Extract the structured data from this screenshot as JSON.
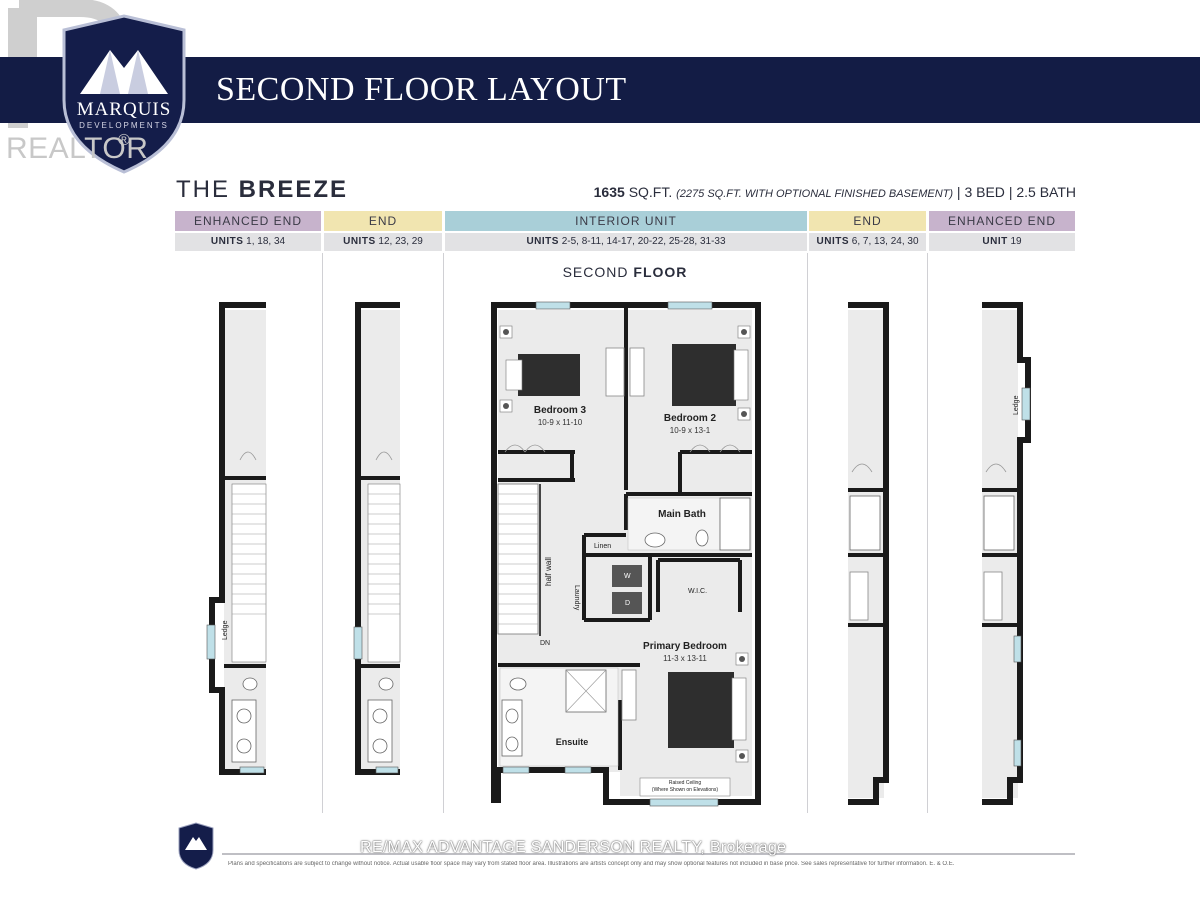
{
  "watermark": {
    "realtor": "REALTOR",
    "reg": "®"
  },
  "logo": {
    "name": "MARQUIS",
    "sub": "DEVELOPMENTS"
  },
  "header": {
    "title": "SECOND FLOOR LAYOUT"
  },
  "model": {
    "prefix": "THE",
    "name": "BREEZE"
  },
  "specs": {
    "sqft": "1635",
    "sqft_unit": "SQ.FT.",
    "optional": "(2275 SQ.FT. WITH OPTIONAL FINISHED BASEMENT)",
    "sep1": "|",
    "beds": "3 BED",
    "sep2": "|",
    "baths": "2.5 BATH"
  },
  "columns": [
    {
      "type": "ENHANCED END",
      "units_label": "UNITS",
      "units": "1, 18, 34",
      "color": "#c7b3cc"
    },
    {
      "type": "END",
      "units_label": "UNITS",
      "units": "12, 23, 29",
      "color": "#f1e5b0"
    },
    {
      "type": "INTERIOR UNIT",
      "units_label": "UNITS",
      "units": "2-5, 8-11, 14-17, 20-22, 25-28, 31-33",
      "color": "#a9cfd8"
    },
    {
      "type": "END",
      "units_label": "UNITS",
      "units": "6, 7, 13, 24, 30",
      "color": "#f1e5b0"
    },
    {
      "type": "ENHANCED END",
      "units_label": "UNIT",
      "units": "19",
      "color": "#c7b3cc"
    }
  ],
  "floor": {
    "word1": "SECOND",
    "word2": "FLOOR"
  },
  "rooms": {
    "bedroom3": {
      "name": "Bedroom 3",
      "dim": "10-9 x 11-10"
    },
    "bedroom2": {
      "name": "Bedroom 2",
      "dim": "10-9 x 13-1"
    },
    "main_bath": {
      "name": "Main Bath"
    },
    "linen": {
      "name": "Linen"
    },
    "laundry": {
      "name": "Laundry"
    },
    "wic": {
      "name": "W.I.C."
    },
    "half_wall": {
      "name": "half wall"
    },
    "dn": {
      "name": "DN"
    },
    "primary": {
      "name": "Primary Bedroom",
      "dim": "11-3 x 13-11"
    },
    "ensuite": {
      "name": "Ensuite"
    },
    "raised": {
      "line1": "Raised Ceiling",
      "line2": "(Where Shown on Elevations)"
    },
    "washer": {
      "name": "W"
    },
    "dryer": {
      "name": "D"
    },
    "ledge": {
      "name": "Ledge"
    }
  },
  "footer": {
    "brokerage": "RE/MAX ADVANTAGE SANDERSON REALTY, Brokerage",
    "disclaimer": "Plans and specifications are subject to change without notice. Actual usable floor space may vary from stated floor area. Illustrations are artists concept only and may show optional features not included in base price. See sales representative for further information. E. & O.E."
  },
  "colors": {
    "banner": "#131c45",
    "wall": "#1a1a1a",
    "floor": "#e9e9e9",
    "window": "#bfe0e8",
    "furniture": "#2e2e2e"
  }
}
